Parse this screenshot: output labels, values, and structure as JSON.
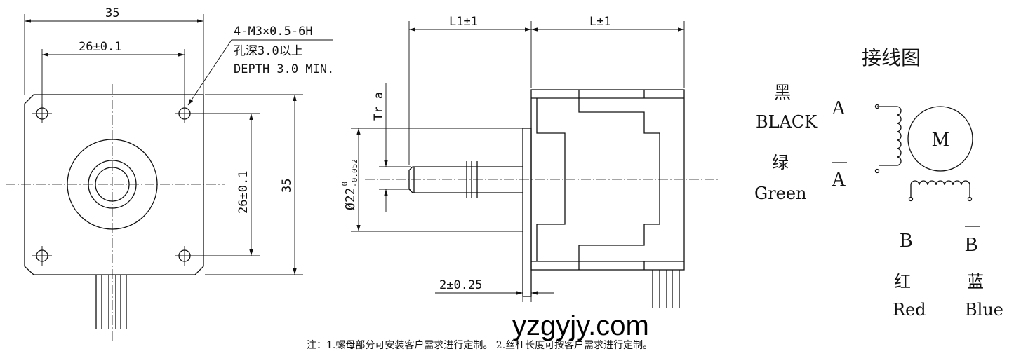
{
  "front_view": {
    "width_dim": "35",
    "hole_spacing_h": "26±0.1",
    "hole_spacing_v": "26±0.1",
    "height_dim": "35",
    "hole_note": [
      "4-M3×0.5-6H",
      "孔深3.0以上",
      "DEPTH 3.0 MIN."
    ]
  },
  "side_view": {
    "l1_dim": "L1±1",
    "l_dim": "L±1",
    "thread_label": "Tr a",
    "boss_dim": "Ø22",
    "boss_tol_upper": "0",
    "boss_tol_lower": "-0.052",
    "flange_dim": "2±0.25"
  },
  "wiring": {
    "title": "接线图",
    "black_cn": "黑",
    "black_en": "BLACK",
    "green_cn": "绿",
    "green_en": "Green",
    "phase_a": "A",
    "phase_a_bar": "A",
    "motor": "M",
    "phase_b": "B",
    "phase_b_bar": "B",
    "red_cn": "红",
    "red_en": "Red",
    "blue_cn": "蓝",
    "blue_en": "Blue"
  },
  "watermark": "yzgyjy.com",
  "note": "注：1.螺母部分可安装客户需求进行定制。 2.丝杠长度可按客户需求进行定制。"
}
